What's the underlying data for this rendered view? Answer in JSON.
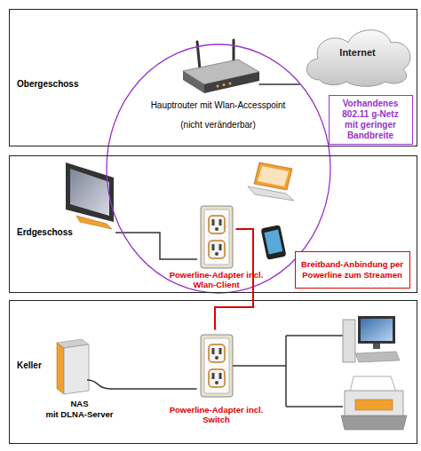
{
  "diagram": {
    "nodes": [
      {
        "text": [
          "Obergeschoss"
        ]
      },
      {
        "text": [
          "Internet"
        ],
        "in": 0
      },
      {
        "text": [
          "Hauptrouter mit Wlan-Accesspoint",
          "(nicht veränderbar)"
        ],
        "in": 0
      },
      {
        "text": [
          "Vorhandenes 802.11 g-Netz mit geringer Bandbreite"
        ],
        "in": 0
      },
      {
        "text": [
          "Erdgeschoss"
        ]
      },
      {
        "text": [
          "Powerline-Adapter incl. Wlan-Client"
        ],
        "in": 4
      },
      {
        "text": [
          "Breitband-Anbindung per Powerline zum Streamen"
        ],
        "in": 4
      },
      {
        "text": [
          "Keller"
        ]
      },
      {
        "text": [
          "NAS",
          "mit DLNA-Server"
        ],
        "in": 7
      },
      {
        "text": [
          "Powerline-Adapter incl. Switch"
        ],
        "in": 7
      }
    ],
    "edges": [
      {
        "from": 2,
        "to": 1,
        "arrow": "none"
      },
      {
        "from": 5,
        "to": 9,
        "arrow": "none"
      },
      {
        "from": 8,
        "to": 9,
        "arrow": "none"
      }
    ]
  }
}
